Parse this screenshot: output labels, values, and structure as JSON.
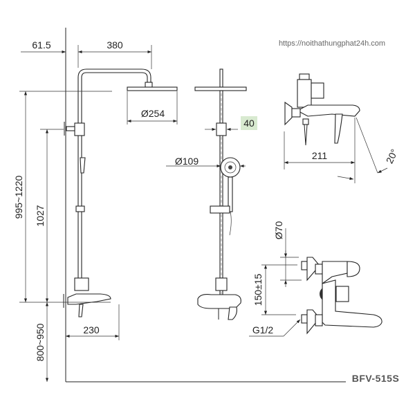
{
  "watermark_url": "https://noithathungphat24h.com",
  "model": "BFV-515S",
  "dimensions": {
    "wall_offset": "61.5",
    "arm_length": "380",
    "head_diameter": "Ø254",
    "bar_offset": "40",
    "handshower_diameter": "Ø109",
    "total_height": "995~1220",
    "bracket_height": "1027",
    "mixer_height": "800~950",
    "mixer_projection": "230",
    "spout_length": "211",
    "spout_angle": "20°",
    "flange_diameter": "Ø70",
    "inlet_spacing": "150±15",
    "thread": "G1/2"
  },
  "colors": {
    "highlight": "#d8ead0",
    "line": "#222222"
  }
}
